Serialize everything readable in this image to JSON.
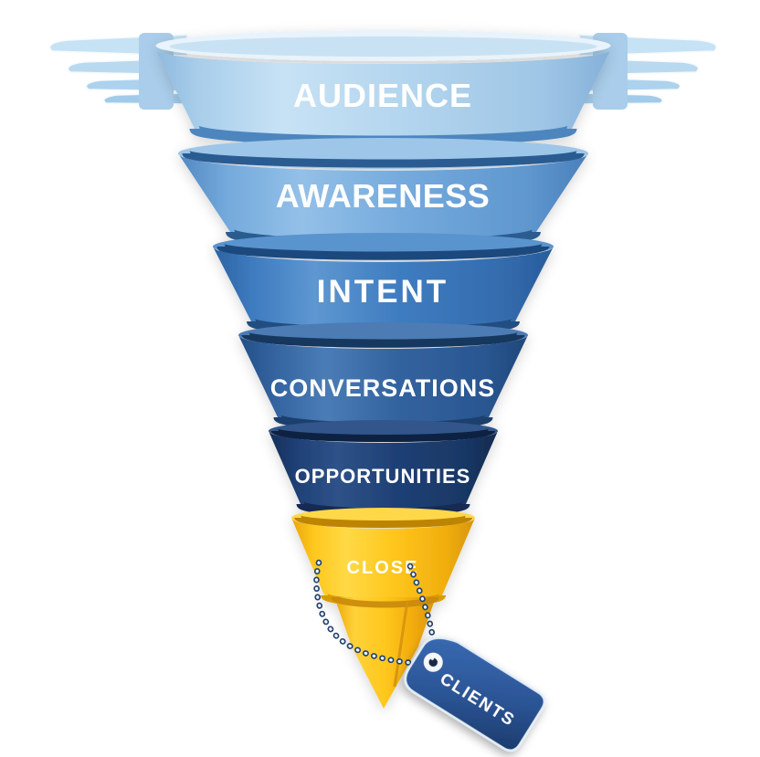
{
  "diagram": {
    "type": "sales-funnel",
    "background_color": "#ffffff",
    "text_color": "#ffffff",
    "levels": [
      {
        "label": "AUDIENCE",
        "color": "#b3d5ee"
      },
      {
        "label": "AWARENESS",
        "color": "#74aadc"
      },
      {
        "label": "INTENT",
        "color": "#3e7cc0"
      },
      {
        "label": "CONVERSATIONS",
        "color": "#33639f"
      },
      {
        "label": "OPPORTUNITIES",
        "color": "#1f4076"
      },
      {
        "label": "CLOSE",
        "color": "#ffc71d"
      }
    ],
    "spout_color": "#fdc50f",
    "tag": {
      "label": "CLIENTS",
      "color": "#2b5596"
    },
    "icons": {
      "wings": "wing-icon",
      "chain": "chain-icon",
      "grommet": "tag-grommet-icon"
    }
  }
}
